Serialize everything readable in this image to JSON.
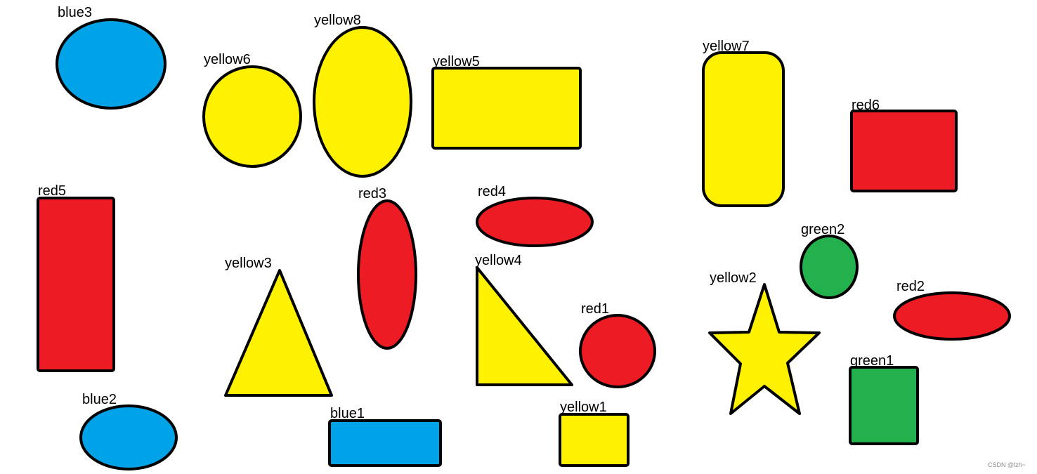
{
  "colors": {
    "blue": "#00a2e8",
    "yellow": "#fff200",
    "red": "#ed1c24",
    "green": "#22b14c",
    "outline": "#000000",
    "background": "#ffffff"
  },
  "shapes": [
    {
      "label": "blue3",
      "kind": "ellipse",
      "color": "blue"
    },
    {
      "label": "yellow6",
      "kind": "circle",
      "color": "yellow"
    },
    {
      "label": "yellow8",
      "kind": "ellipse",
      "color": "yellow"
    },
    {
      "label": "yellow5",
      "kind": "rectangle",
      "color": "yellow"
    },
    {
      "label": "yellow7",
      "kind": "rounded-rectangle",
      "color": "yellow"
    },
    {
      "label": "red6",
      "kind": "rectangle",
      "color": "red"
    },
    {
      "label": "red5",
      "kind": "rectangle",
      "color": "red"
    },
    {
      "label": "red3",
      "kind": "ellipse",
      "color": "red"
    },
    {
      "label": "red4",
      "kind": "ellipse",
      "color": "red"
    },
    {
      "label": "green2",
      "kind": "ellipse",
      "color": "green"
    },
    {
      "label": "yellow3",
      "kind": "triangle",
      "color": "yellow"
    },
    {
      "label": "yellow4",
      "kind": "right-triangle",
      "color": "yellow"
    },
    {
      "label": "yellow2",
      "kind": "star",
      "color": "yellow"
    },
    {
      "label": "red2",
      "kind": "ellipse",
      "color": "red"
    },
    {
      "label": "red1",
      "kind": "circle",
      "color": "red"
    },
    {
      "label": "green1",
      "kind": "rectangle",
      "color": "green"
    },
    {
      "label": "blue2",
      "kind": "ellipse",
      "color": "blue"
    },
    {
      "label": "blue1",
      "kind": "rectangle",
      "color": "blue"
    },
    {
      "label": "yellow1",
      "kind": "rectangle",
      "color": "yellow"
    }
  ],
  "watermark": "CSDN @lzh~"
}
